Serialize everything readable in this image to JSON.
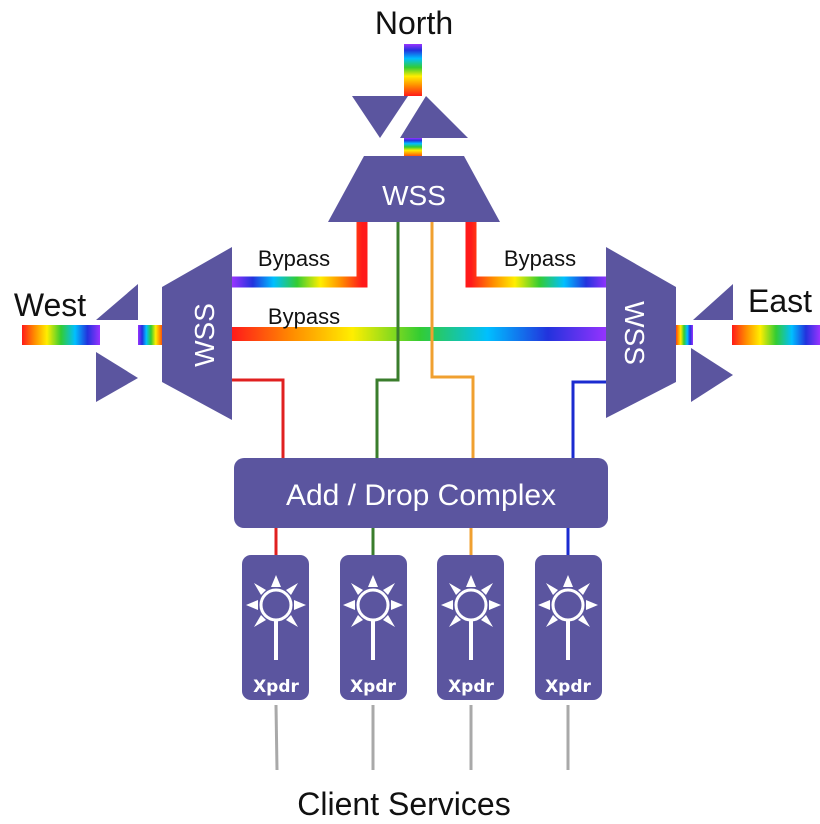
{
  "directions": {
    "north": "North",
    "west": "West",
    "east": "East"
  },
  "wss": {
    "north": "WSS",
    "west": "WSS",
    "east": "WSS"
  },
  "bypass": {
    "west_north": "Bypass",
    "north_east": "Bypass",
    "west_east": "Bypass"
  },
  "add_drop": "Add / Drop Complex",
  "transponders": [
    "Xpdr",
    "Xpdr",
    "Xpdr",
    "Xpdr"
  ],
  "client_services": "Client Services",
  "colors": {
    "node_fill": "#5b559f",
    "channel_red": "#e02020",
    "channel_green": "#3a7d2c",
    "channel_orange": "#f0a030",
    "channel_blue": "#1b2bd0",
    "client_line": "#a9a9a9"
  },
  "icons": {
    "transponder": "laser-sun-icon",
    "amplifier": "amplifier-triangle-icon"
  }
}
